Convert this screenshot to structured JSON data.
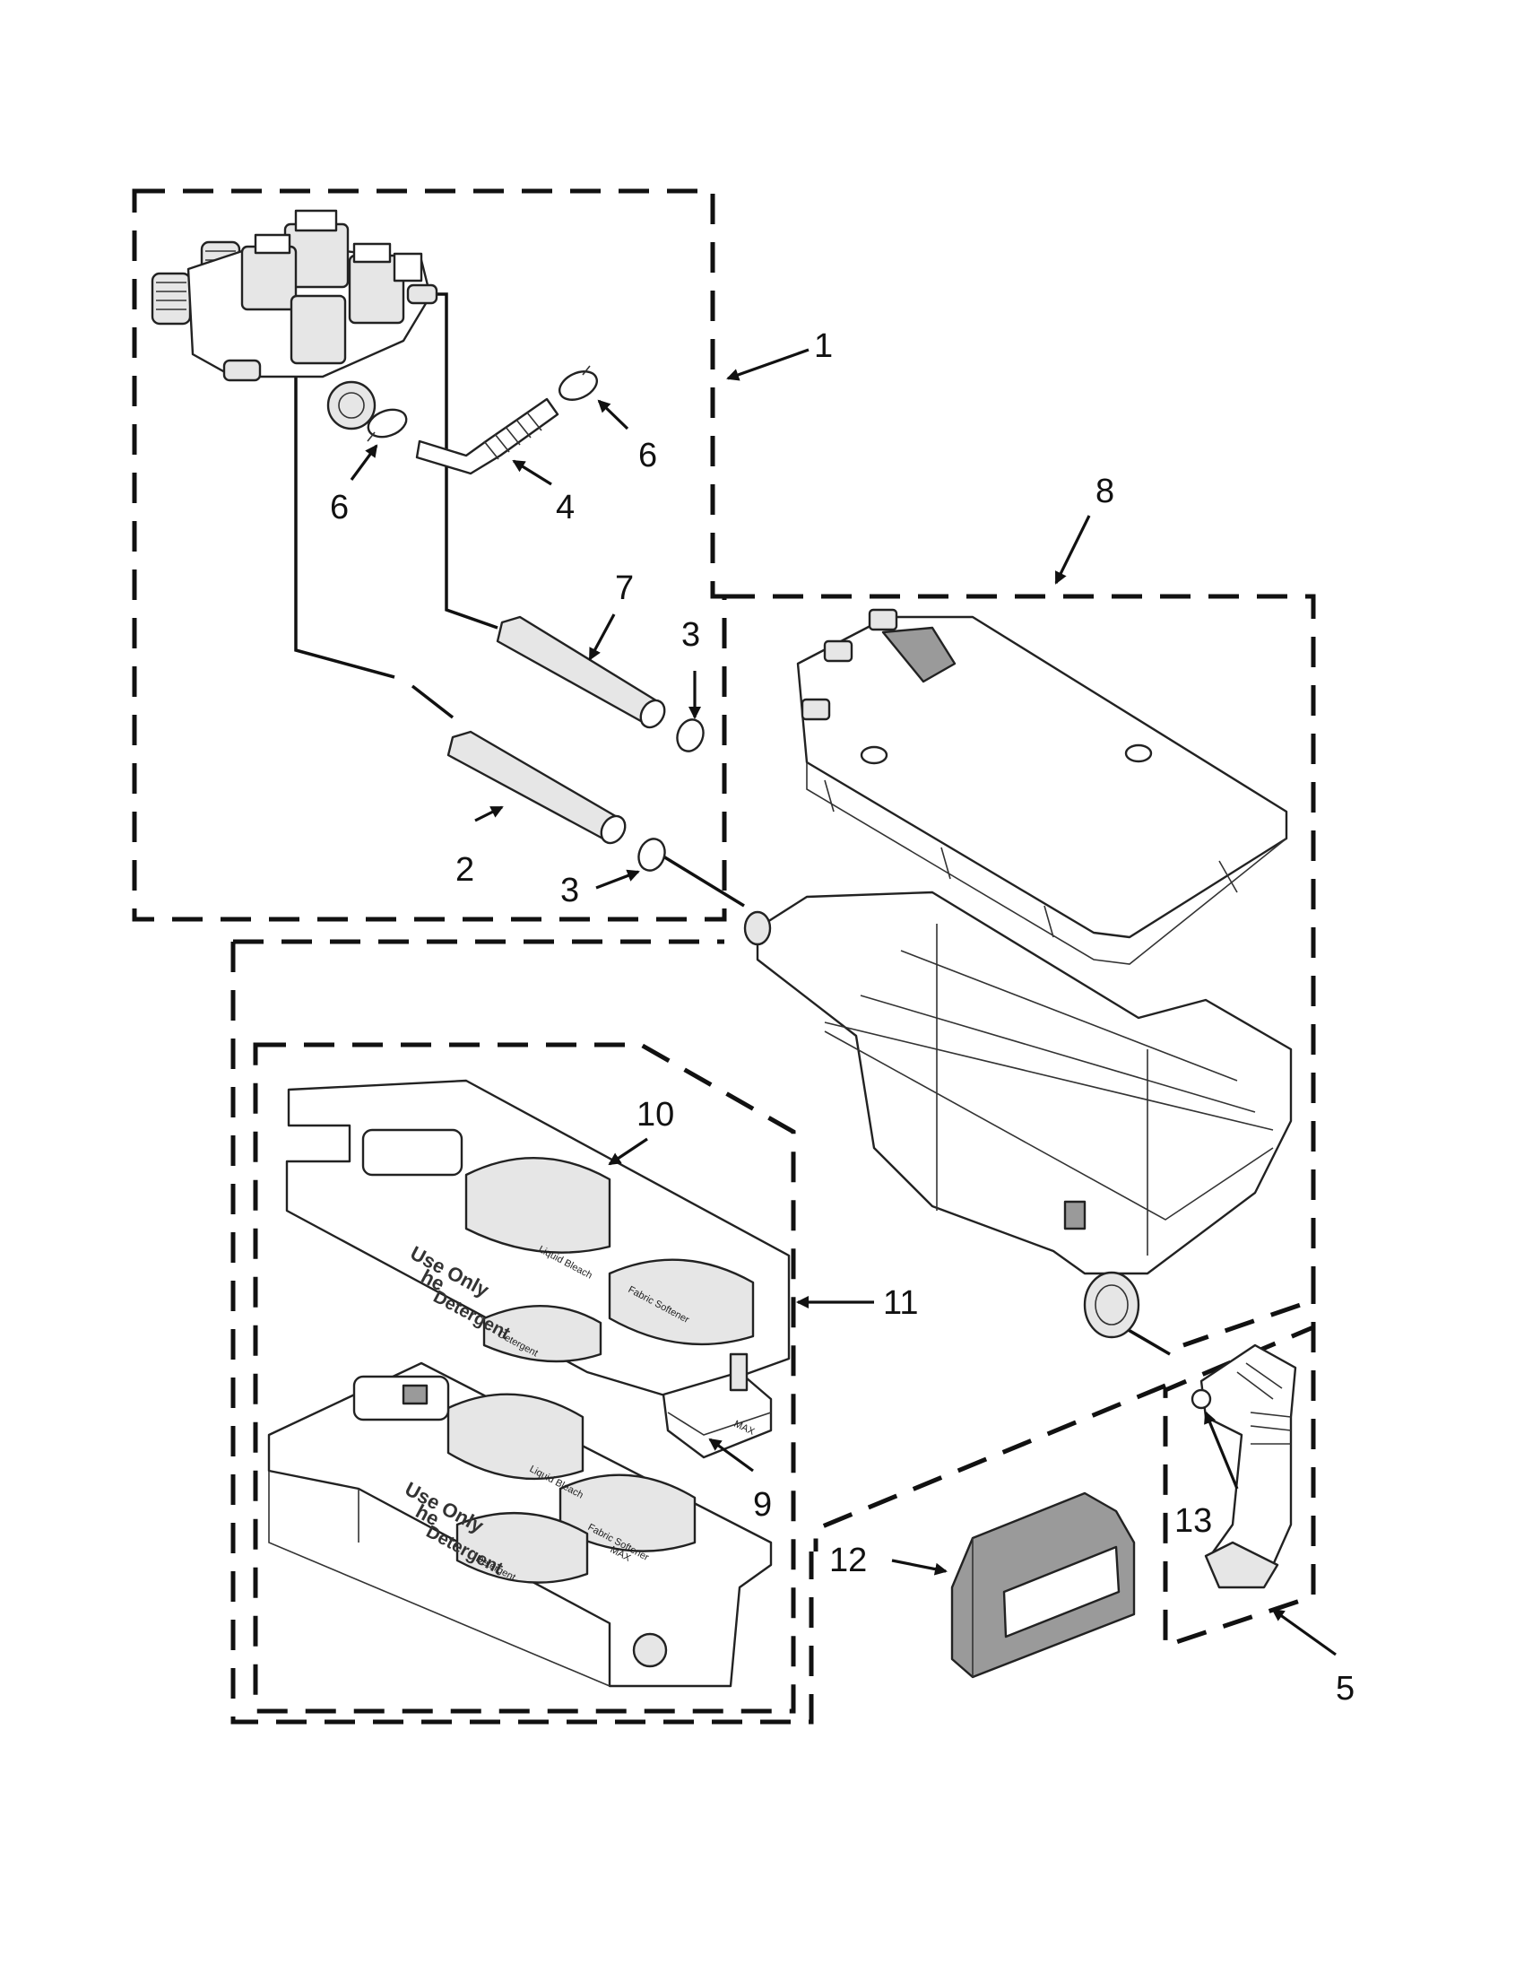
{
  "diagram": {
    "callouts": [
      {
        "id": "c1",
        "label": "1"
      },
      {
        "id": "c2",
        "label": "2"
      },
      {
        "id": "c3a",
        "label": "3"
      },
      {
        "id": "c3b",
        "label": "3"
      },
      {
        "id": "c4",
        "label": "4"
      },
      {
        "id": "c5",
        "label": "5"
      },
      {
        "id": "c6a",
        "label": "6"
      },
      {
        "id": "c6b",
        "label": "6"
      },
      {
        "id": "c7",
        "label": "7"
      },
      {
        "id": "c8",
        "label": "8"
      },
      {
        "id": "c9",
        "label": "9"
      },
      {
        "id": "c10",
        "label": "10"
      },
      {
        "id": "c11",
        "label": "11"
      },
      {
        "id": "c12",
        "label": "12"
      },
      {
        "id": "c13",
        "label": "13"
      }
    ],
    "tray_printing": {
      "use_only_line1": "Use Only",
      "he_logo": "he",
      "detergent": "Detergent",
      "compartment_a": "Liquid Bleach",
      "compartment_b": "Fabric Softener",
      "compartment_c": "Detergent",
      "max_mark": "MAX"
    },
    "line_color": "#111111",
    "fill_light": "#e6e6e6",
    "fill_dark": "#9a9a9a"
  }
}
